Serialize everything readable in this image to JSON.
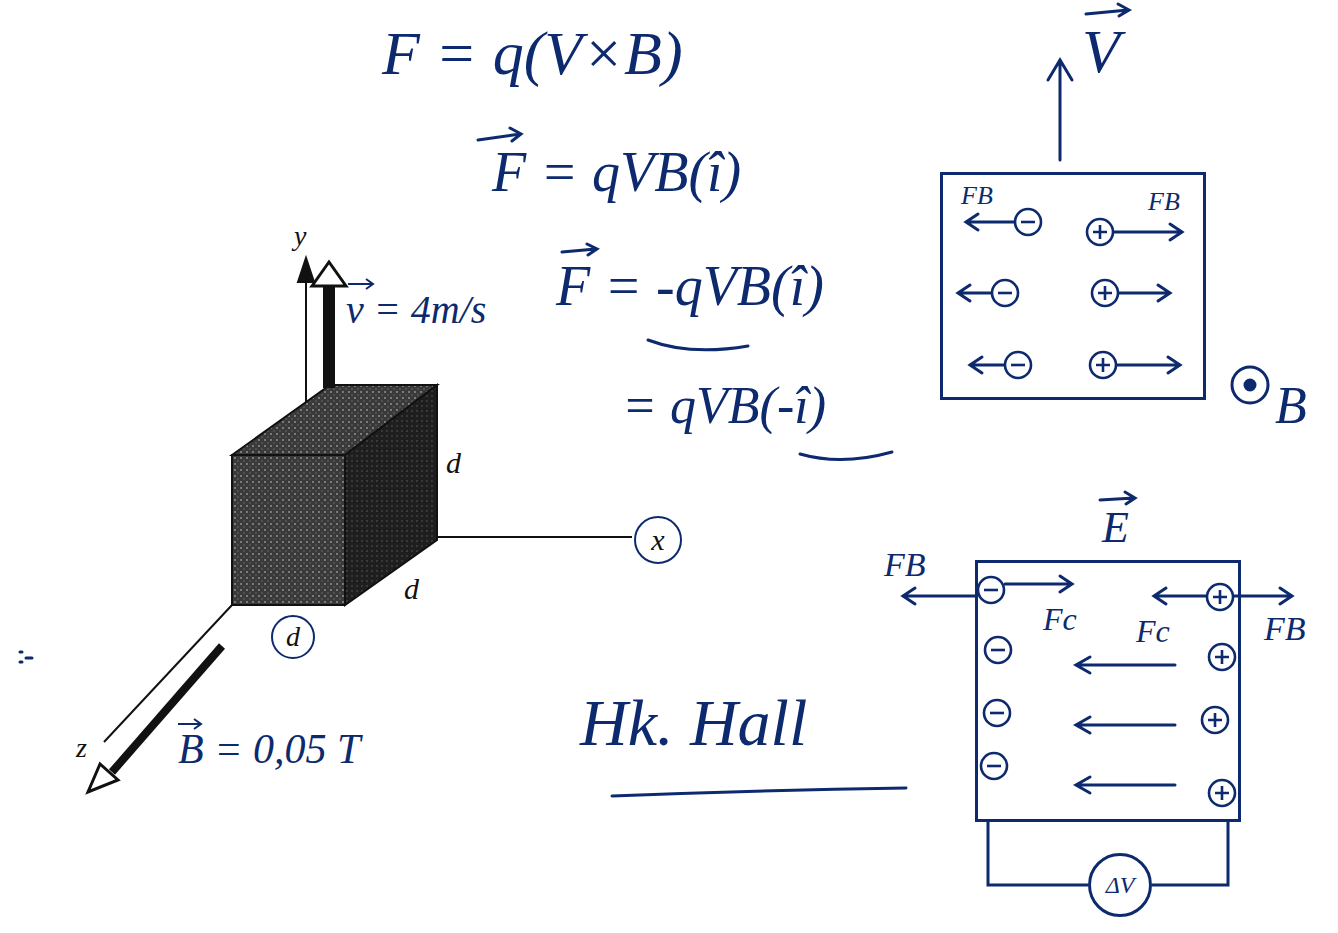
{
  "diagram": {
    "nodes": [
      {
        "text": [
          "FB",
          "FB"
        ]
      },
      {
        "text": [
          "x"
        ]
      },
      {
        "text": [
          "d"
        ]
      },
      {
        "text": [
          "Fc",
          "Fc"
        ]
      },
      {
        "text": [
          "ΔV"
        ]
      }
    ],
    "edges": [
      {
        "from": 3,
        "to": 4,
        "arrow": "none"
      },
      {
        "from": 4,
        "to": 3,
        "arrow": "none"
      }
    ],
    "labels": [
      "F = q(V×B)",
      "F = qVB(î)",
      "F = -qVB(î)",
      "= qVB(-î)",
      "V",
      "B",
      "y",
      "v = 4m/s",
      "d",
      "d",
      "z",
      "B = 0,05 T",
      "E",
      "FB",
      "FB",
      "Hk. Hall"
    ]
  }
}
